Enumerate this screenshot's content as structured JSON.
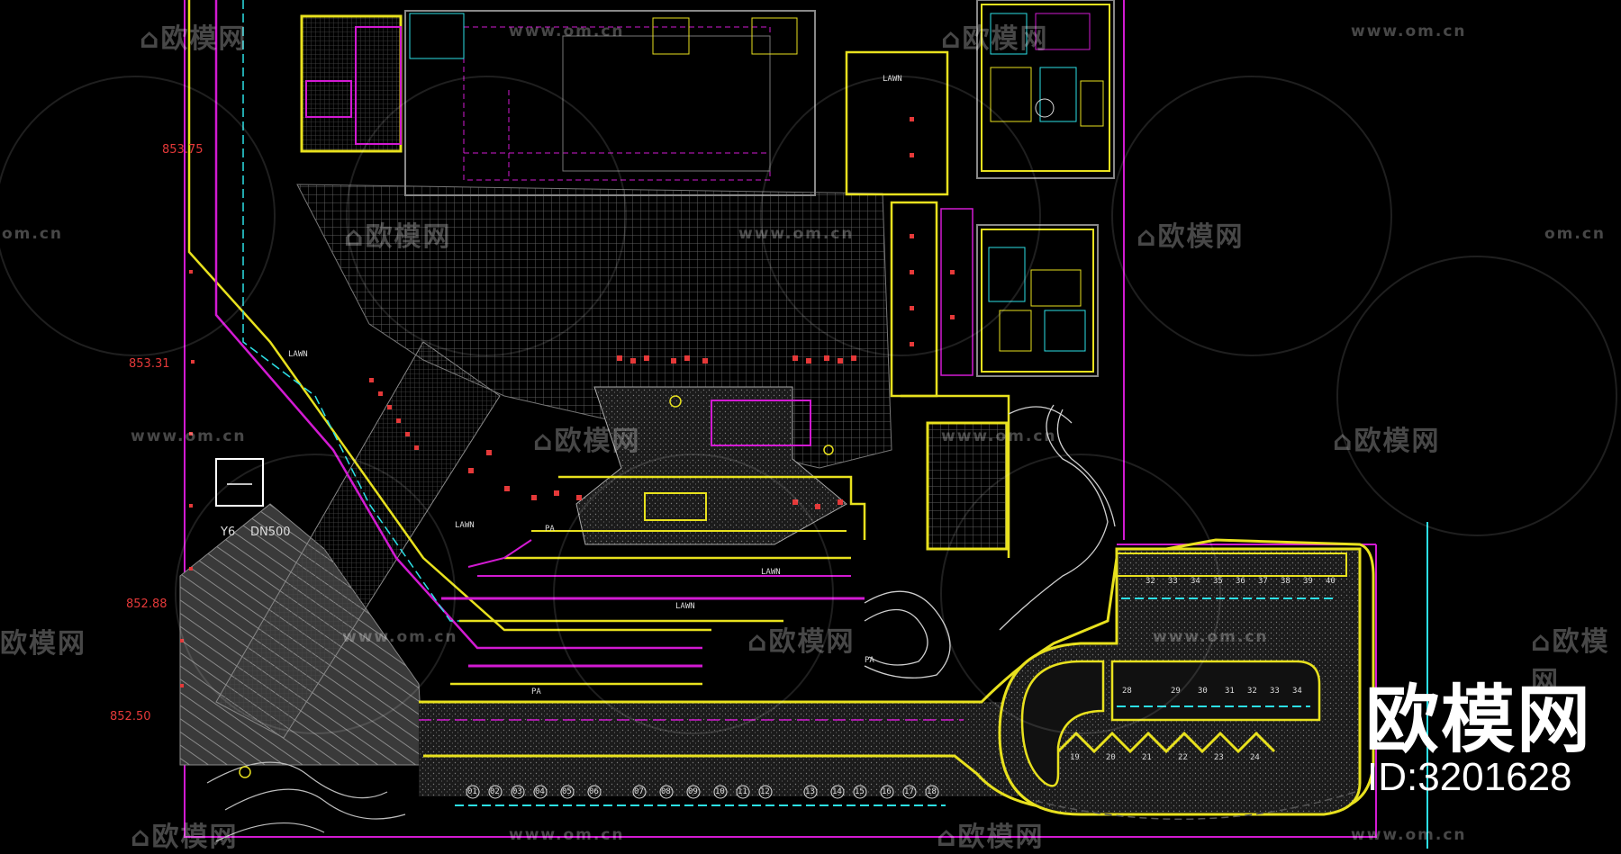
{
  "watermark": {
    "brand_text": "欧模网",
    "url_text": "www.om.cn",
    "url_short": "om.cn"
  },
  "brand_badge": {
    "name": "欧模网",
    "id_label": "ID:3201628"
  },
  "plan_labels": {
    "elevations": [
      "853.75",
      "853.31",
      "852.88",
      "852.50"
    ],
    "pipe_tag": "DN500",
    "well_tag": "Y6",
    "lawn_tag": "LAWN",
    "pa_tag": "PA",
    "parking_top_row": [
      "32",
      "33",
      "34",
      "35",
      "36",
      "37",
      "38",
      "39",
      "40"
    ],
    "parking_mid_row": [
      "28",
      "29",
      "30",
      "31",
      "32",
      "33",
      "34"
    ],
    "parking_zigzag_row": [
      "19",
      "20",
      "21",
      "22",
      "23",
      "24"
    ],
    "parking_bottom_row": [
      "01",
      "02",
      "03",
      "04",
      "05",
      "06",
      "07",
      "08",
      "09",
      "10",
      "11",
      "12",
      "13",
      "14",
      "15",
      "16",
      "17",
      "18"
    ]
  },
  "colors": {
    "background": "#000000",
    "boundary_magenta": "#d21ad2",
    "path_yellow": "#e8e11e",
    "annotation_red": "#e53939",
    "grid_gray": "#6e6e6e",
    "cyan": "#2ce0e6",
    "white": "#ffffff"
  }
}
